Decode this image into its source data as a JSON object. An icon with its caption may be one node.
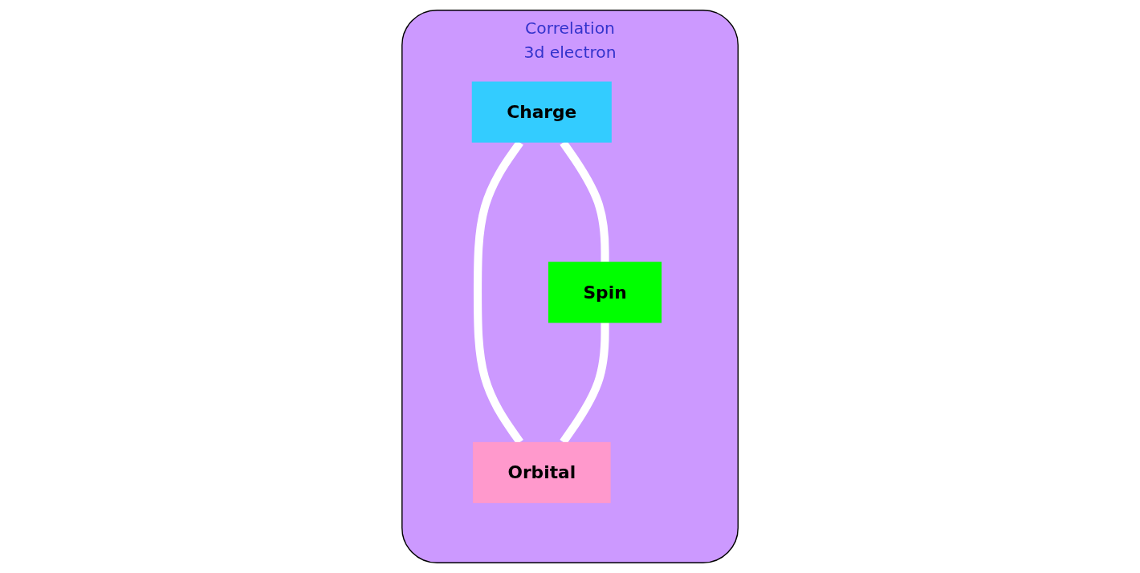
{
  "diagram": {
    "nodes": [
      {
        "text": [
          "Correlation",
          "3d electron"
        ]
      },
      {
        "text": [
          "Charge"
        ],
        "in": 0
      },
      {
        "text": [
          "Spin"
        ],
        "in": 0
      },
      {
        "text": [
          "Orbital"
        ],
        "in": 0
      }
    ],
    "edges": [
      {
        "from": 1,
        "to": 2,
        "arrow": "none"
      },
      {
        "from": 1,
        "to": 3,
        "arrow": "none"
      },
      {
        "from": 2,
        "to": 3,
        "arrow": "none"
      }
    ]
  }
}
